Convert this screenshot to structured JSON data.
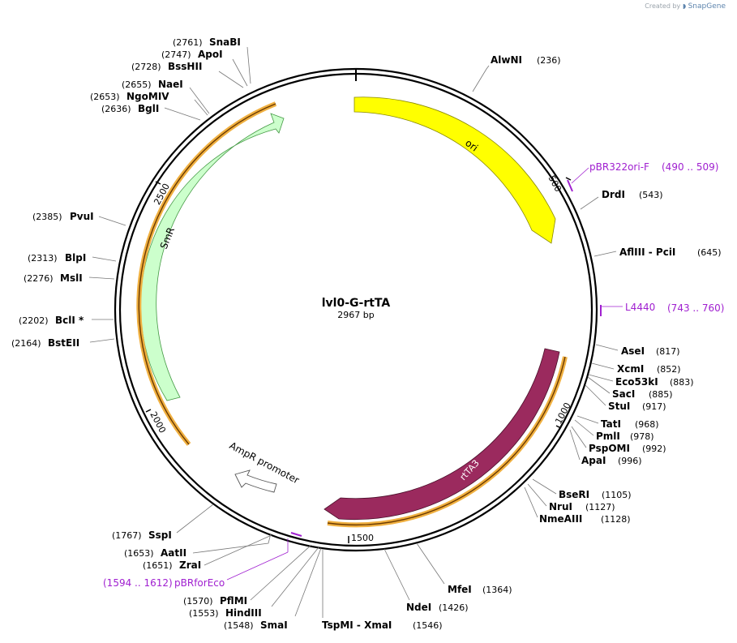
{
  "credit": {
    "prefix": "Created by",
    "brand": "SnapGene"
  },
  "map": {
    "name": "lvl0-G-rtTA",
    "length_label": "2967 bp",
    "length": 2967
  },
  "ticks": [
    {
      "bp": 500,
      "label": "500"
    },
    {
      "bp": 1000,
      "label": "1000"
    },
    {
      "bp": 1500,
      "label": "1500"
    },
    {
      "bp": 2000,
      "label": "2000"
    },
    {
      "bp": 2500,
      "label": "2500"
    }
  ],
  "features": [
    {
      "name": "ori",
      "color": "#ffff00",
      "stroke": "#999900"
    },
    {
      "name": "rtTA3",
      "color": "#9b2a5e",
      "stroke": "#5a1535"
    },
    {
      "name": "SmR",
      "color": "#ccffcc",
      "stroke": "#449944"
    },
    {
      "name": "AmpR promoter",
      "color": "#ffffff",
      "stroke": "#555555"
    }
  ],
  "enzymes_right": [
    {
      "name": "AlwNI",
      "pos": "(236)"
    },
    {
      "name": "DrdI",
      "pos": "(543)"
    },
    {
      "name": "AflIII  -  PciI",
      "pos": "(645)"
    },
    {
      "name": "AseI",
      "pos": "(817)"
    },
    {
      "name": "XcmI",
      "pos": "(852)"
    },
    {
      "name": "Eco53kI",
      "pos": "(883)"
    },
    {
      "name": "SacI",
      "pos": "(885)"
    },
    {
      "name": "StuI",
      "pos": "(917)"
    },
    {
      "name": "TatI",
      "pos": "(968)"
    },
    {
      "name": "PmlI",
      "pos": "(978)"
    },
    {
      "name": "PspOMI",
      "pos": "(992)"
    },
    {
      "name": "ApaI",
      "pos": "(996)"
    },
    {
      "name": "BseRI",
      "pos": "(1105)"
    },
    {
      "name": "NruI",
      "pos": "(1127)"
    },
    {
      "name": "NmeAIII",
      "pos": "(1128)"
    },
    {
      "name": "MfeI",
      "pos": "(1364)"
    },
    {
      "name": "NdeI",
      "pos": "(1426)"
    },
    {
      "name": "TspMI  -  XmaI",
      "pos": "(1546)"
    }
  ],
  "enzymes_left": [
    {
      "name": "SnaBI",
      "pos": "(2761)"
    },
    {
      "name": "ApoI",
      "pos": "(2747)"
    },
    {
      "name": "BssHII",
      "pos": "(2728)"
    },
    {
      "name": "NaeI",
      "pos": "(2655)"
    },
    {
      "name": "NgoMIV",
      "pos": "(2653)"
    },
    {
      "name": "BglI",
      "pos": "(2636)"
    },
    {
      "name": "PvuI",
      "pos": "(2385)"
    },
    {
      "name": "BlpI",
      "pos": "(2313)"
    },
    {
      "name": "MslI",
      "pos": "(2276)"
    },
    {
      "name": "BclI *",
      "pos": "(2202)"
    },
    {
      "name": "BstEII",
      "pos": "(2164)"
    },
    {
      "name": "SspI",
      "pos": "(1767)"
    },
    {
      "name": "AatII",
      "pos": "(1653)"
    },
    {
      "name": "ZraI",
      "pos": "(1651)"
    },
    {
      "name": "PflMI",
      "pos": "(1570)"
    },
    {
      "name": "HindIII",
      "pos": "(1553)"
    },
    {
      "name": "SmaI",
      "pos": "(1548)"
    }
  ],
  "primers": [
    {
      "name": "pBR322ori-F",
      "range": "(490 .. 509)",
      "color": "#a020d0"
    },
    {
      "name": "L4440",
      "range": "(743 .. 760)",
      "color": "#a020d0"
    },
    {
      "name": "pBRforEco",
      "range": "(1594 .. 1612)",
      "color": "#a020d0"
    }
  ]
}
